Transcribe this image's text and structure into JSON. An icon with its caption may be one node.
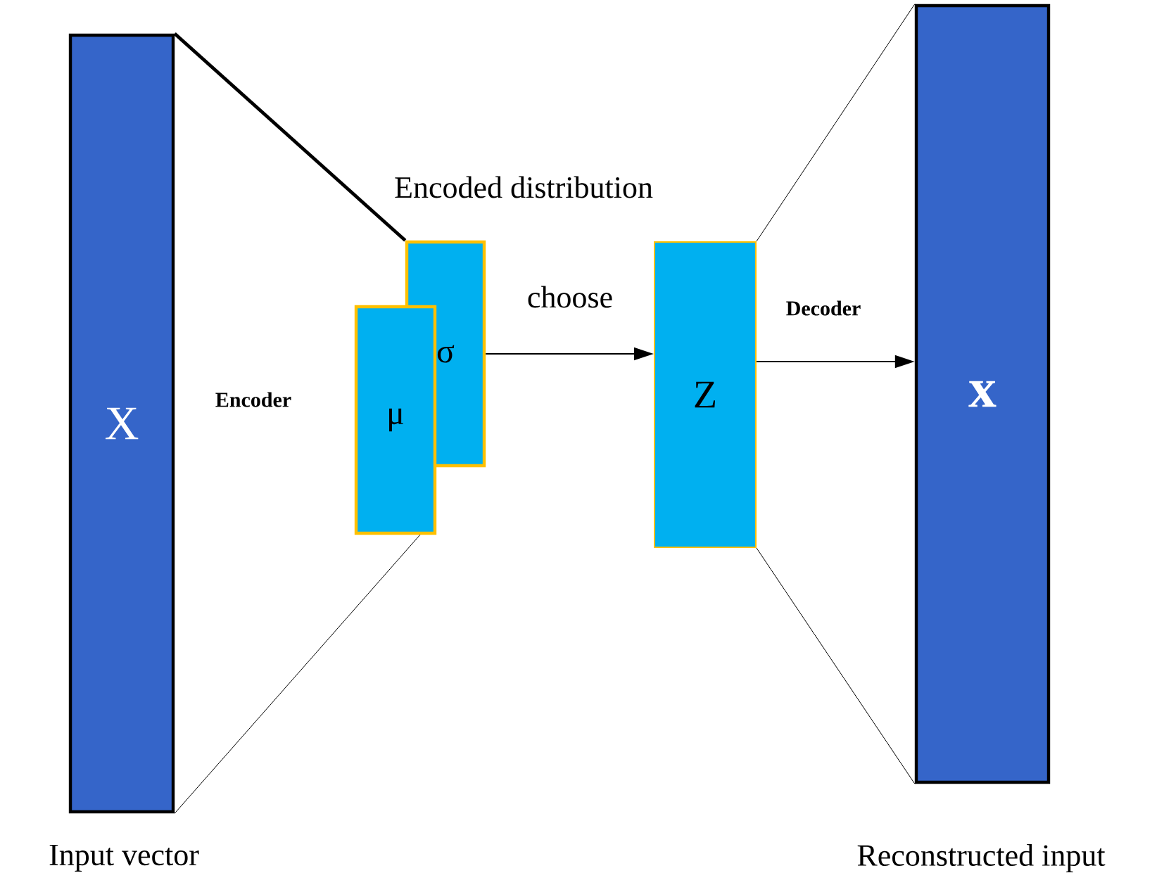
{
  "diagram": {
    "nodes": [
      {
        "text": [
          "X"
        ],
        "beside": [
          "Input vector"
        ]
      },
      {
        "text": [
          "σ"
        ]
      },
      {
        "text": [
          "μ"
        ]
      },
      {
        "text": [
          "Z"
        ]
      },
      {
        "text": [
          "x"
        ],
        "beside": [
          "Reconstructed input"
        ]
      }
    ],
    "edges": [
      {
        "from": 0,
        "to": 1,
        "arrow": "none",
        "style": "thick"
      },
      {
        "from": 0,
        "to": 2,
        "arrow": "none"
      },
      {
        "from": 1,
        "to": 3,
        "arrow": "to",
        "label": "choose"
      },
      {
        "from": 3,
        "to": 4,
        "arrow": "to",
        "label": "Decoder"
      },
      {
        "from": 3,
        "to": 4,
        "arrow": "none"
      },
      {
        "from": 3,
        "to": 4,
        "arrow": "none"
      }
    ],
    "labels": [
      "Encoded distribution",
      "Encoder"
    ]
  }
}
